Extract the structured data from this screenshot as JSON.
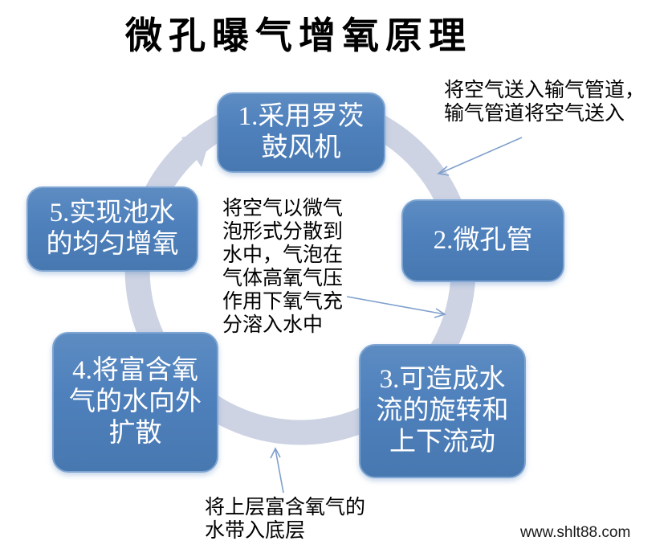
{
  "title": "微孔曝气增氧原理",
  "steps": [
    {
      "id": 1,
      "label": "1.采用罗茨\n鼓风机"
    },
    {
      "id": 2,
      "label": "2.微孔管"
    },
    {
      "id": 3,
      "label": "3.可造成水\n流的旋转和\n上下流动"
    },
    {
      "id": 4,
      "label": "4.将富含氧\n气的水向外\n扩散"
    },
    {
      "id": 5,
      "label": "5.实现池水\n的均匀增氧"
    }
  ],
  "annotations": {
    "air_to_pipe": "将空气送入输气管道，\n输气管道将空气送入",
    "bubble_dissolve": "将空气以微气\n泡形式分散到\n水中，气泡在\n气体高氧气压\n作用下氧气充\n分溶入水中",
    "water_to_bottom": "将上层富含氧气的\n水带入底层"
  },
  "watermark": "www.shlt88.com",
  "colors": {
    "box_fill": "#4E80BC",
    "box_border": "#7FA5D2",
    "box_text": "#FFFFFF",
    "ring": "#CDD3E3",
    "connector_arrow": "#7FA0CC",
    "text": "#000000"
  }
}
